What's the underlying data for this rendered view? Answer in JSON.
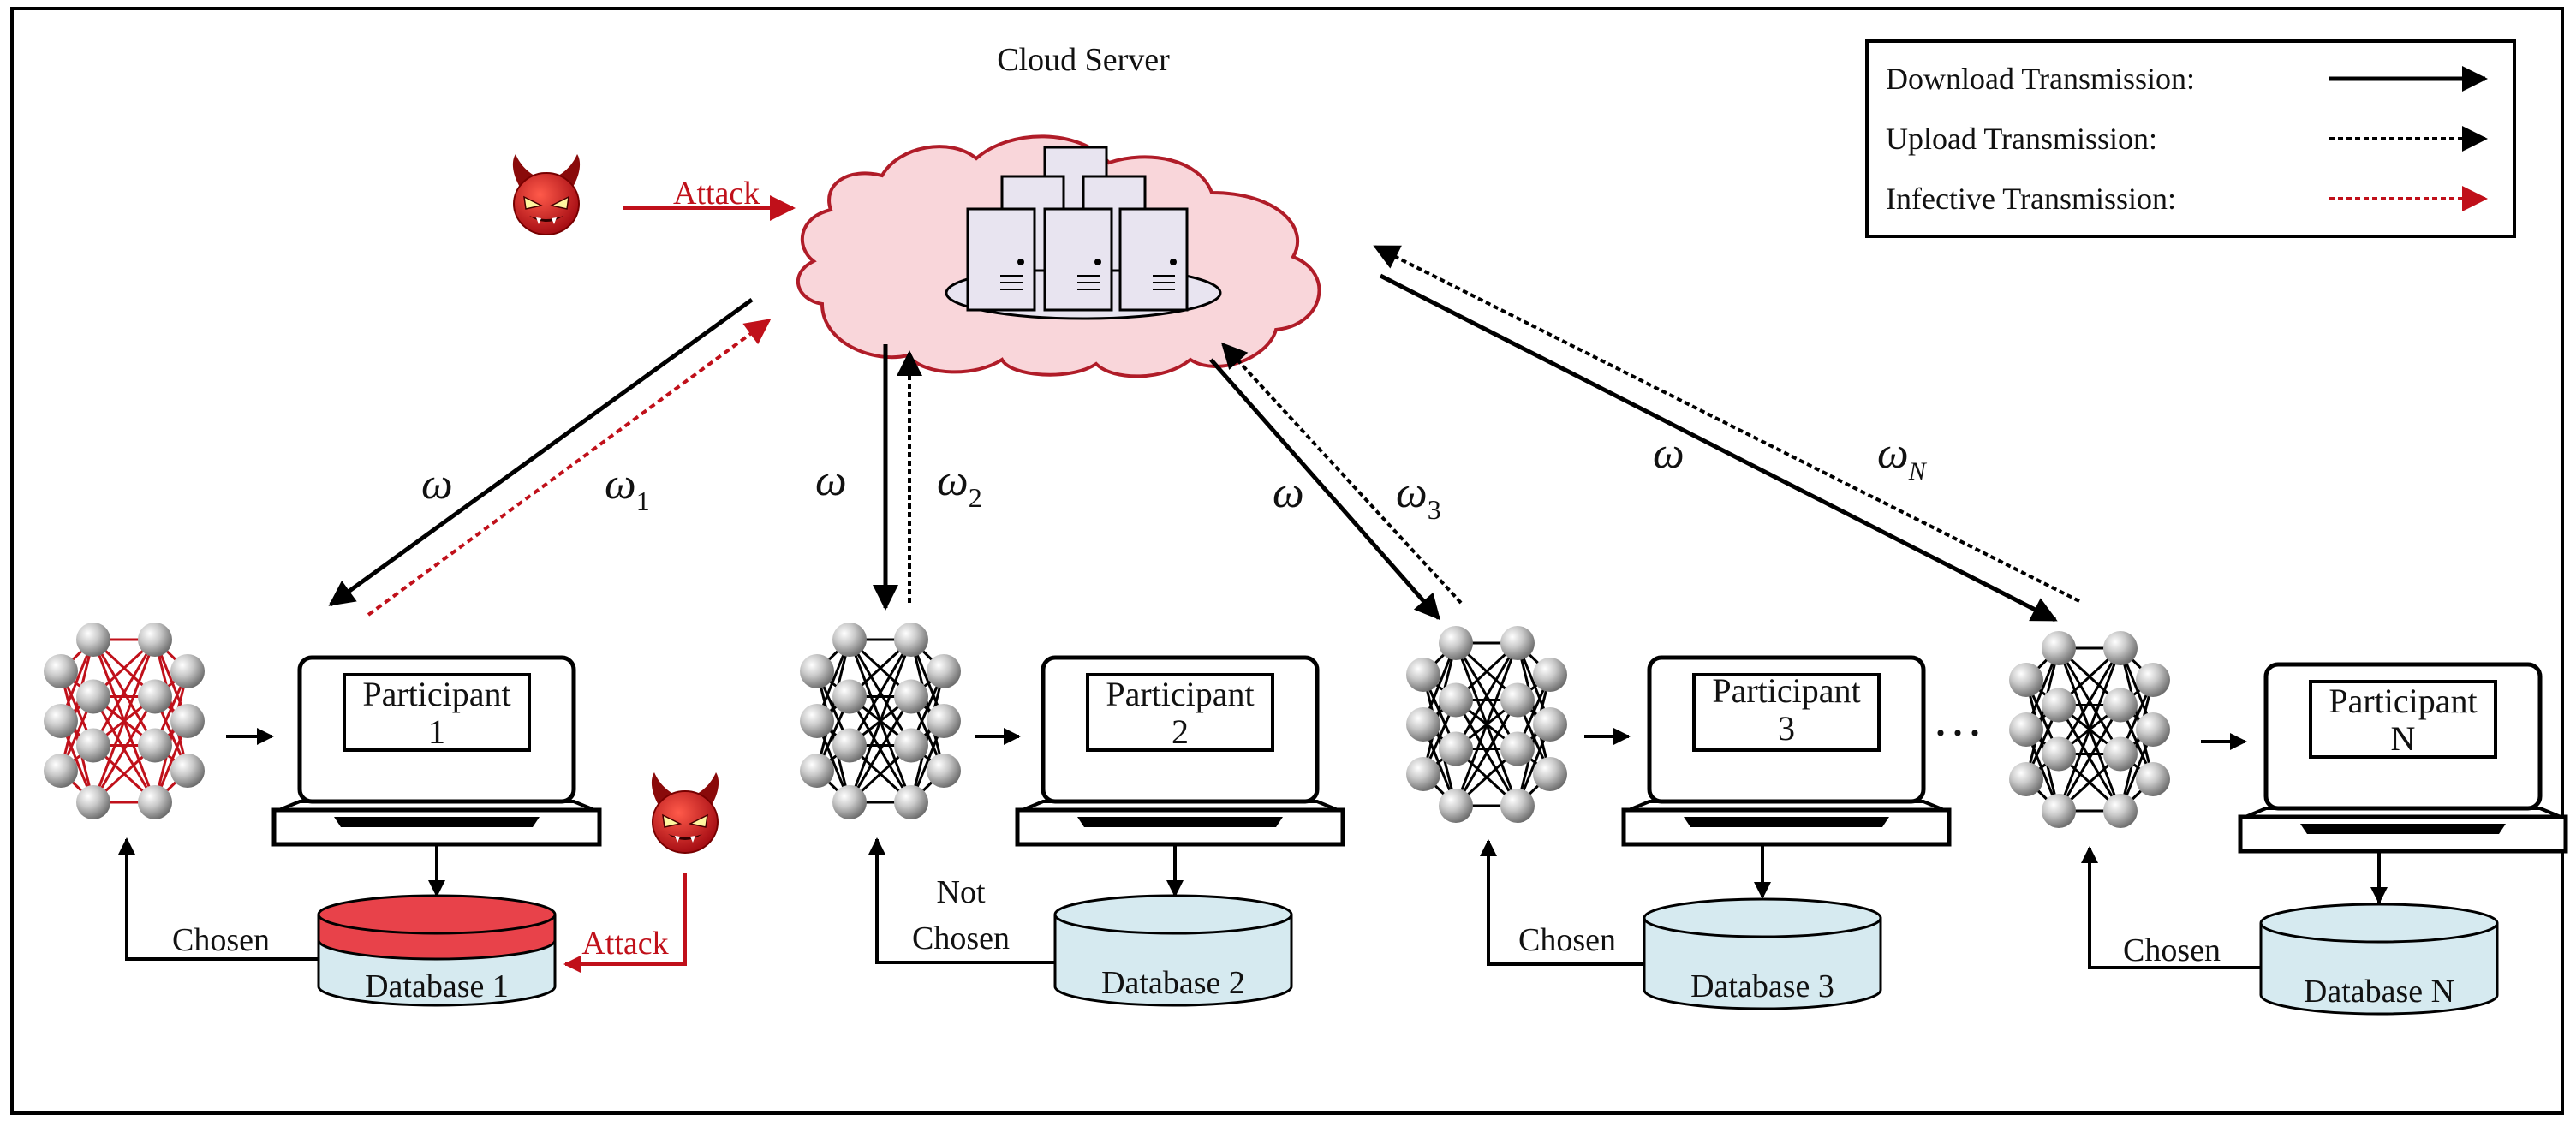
{
  "cloud": {
    "label": "Cloud Server"
  },
  "legend": {
    "download": "Download Transmission:",
    "upload": "Upload Transmission:",
    "infective": "Infective Transmission:"
  },
  "attack_label": "Attack",
  "ellipsis": "···",
  "weights": {
    "global": "ω",
    "w1": "ω",
    "w1_sub": "1",
    "w2": "ω",
    "w2_sub": "2",
    "w3": "ω",
    "w3_sub": "3",
    "wN": "ω",
    "wN_sub": "N"
  },
  "participants": [
    {
      "line1": "Participant",
      "line2": "1",
      "database": "Database 1",
      "status": "Chosen",
      "infected": true
    },
    {
      "line1": "Participant",
      "line2": "2",
      "database": "Database 2",
      "status_line1": "Not",
      "status_line2": "Chosen",
      "infected": false
    },
    {
      "line1": "Participant",
      "line2": "3",
      "database": "Database 3",
      "status": "Chosen",
      "infected": false
    },
    {
      "line1": "Participant",
      "line2": "N",
      "database": "Database N",
      "status": "Chosen",
      "infected": false
    }
  ],
  "colors": {
    "attack_red": "#c0101a",
    "cloud_fill": "#f9d6da",
    "db_fill": "#d6eaf0",
    "db_infected_top": "#e8424a",
    "server_fill": "#e8e4f0"
  }
}
